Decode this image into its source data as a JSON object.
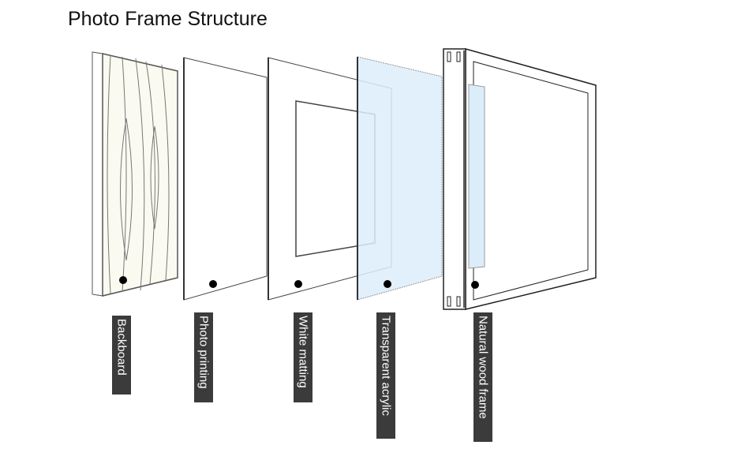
{
  "title": "Photo Frame Structure",
  "layers": [
    {
      "label": "Backboard"
    },
    {
      "label": "Photo printing"
    },
    {
      "label": "White matting"
    },
    {
      "label": "Transparent acrylic"
    },
    {
      "label": "Natural wood frame"
    }
  ],
  "colors": {
    "label_bg": "#3b3b3b",
    "acrylic": "#dcedfa",
    "wood": "#fbfaf0"
  }
}
